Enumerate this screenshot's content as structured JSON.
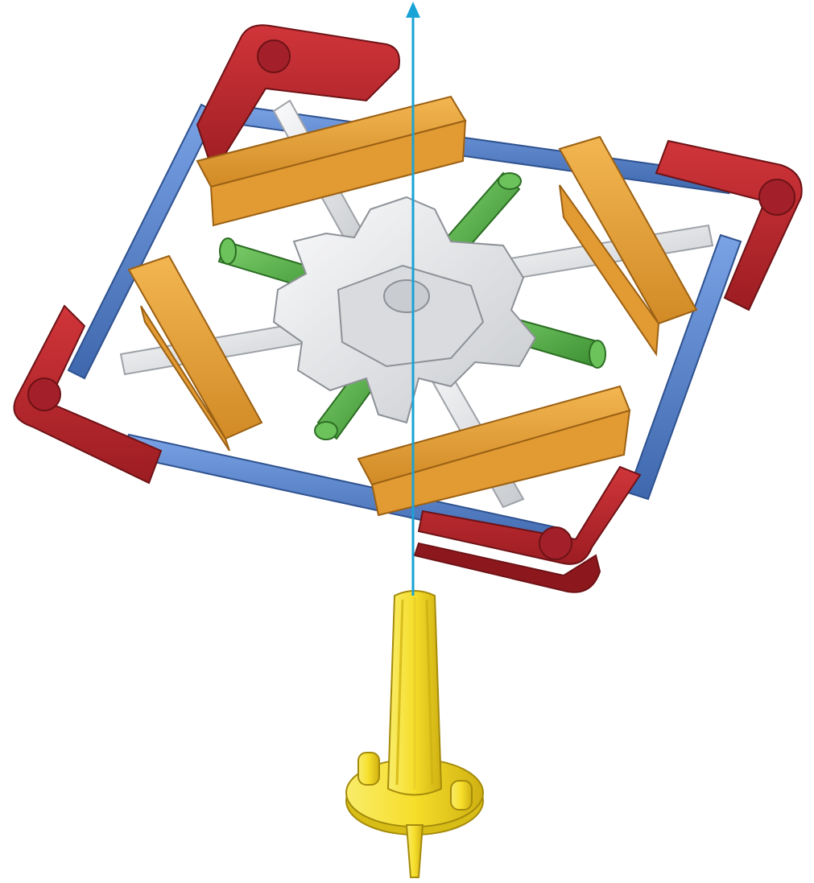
{
  "colors": {
    "background": "#ffffff",
    "frame_corner": "#b5262b",
    "frame_corner_shadow": "#7e1519",
    "rod_blue": "#5b86cf",
    "rod_blue_dark": "#3c64a8",
    "connector_orange": "#e9a23b",
    "connector_orange_dark": "#c27c1f",
    "hub_white": "#e8e9eb",
    "hub_shadow": "#b9bcc1",
    "rod_green": "#58b848",
    "rod_green_dark": "#3a8a30",
    "spindle_yellow": "#f6de2a",
    "spindle_yellow_dark": "#d1b413",
    "axis_arrow": "#1aa3d6"
  },
  "parts": [
    {
      "name": "red-corner-connector",
      "count": 4
    },
    {
      "name": "blue-rod",
      "count": 4
    },
    {
      "name": "orange-connector",
      "count": 4
    },
    {
      "name": "white-hub",
      "count": 1
    },
    {
      "name": "green-rod",
      "count": 4
    },
    {
      "name": "white-rod",
      "count": 4
    },
    {
      "name": "yellow-spindle-base",
      "count": 1
    }
  ],
  "instruction": {
    "arrow_direction": "up",
    "step_type": "insert spindle through hub"
  }
}
